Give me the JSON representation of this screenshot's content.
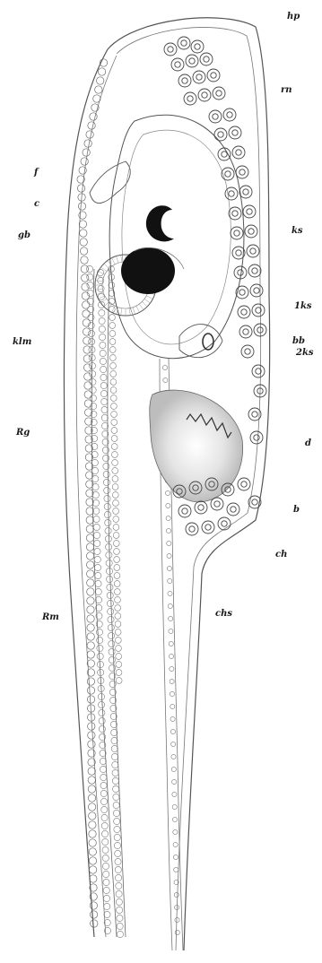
{
  "labels": {
    "hp": "hp",
    "rn": "rn",
    "f": "f",
    "c": "c",
    "gb": "gb",
    "ks": "ks",
    "oneks": "1ks",
    "bb": "bb",
    "twoks": "2ks",
    "klm": "klm",
    "rg": "Rg",
    "d": "d",
    "b": "b",
    "ch": "ch",
    "rm": "Rm",
    "chs": "chs"
  },
  "colors": {
    "paper": "#ffffff",
    "ink": "#4a4a4a",
    "dark_mass": "#111111",
    "grey_tissue": "#c9c9c9"
  }
}
